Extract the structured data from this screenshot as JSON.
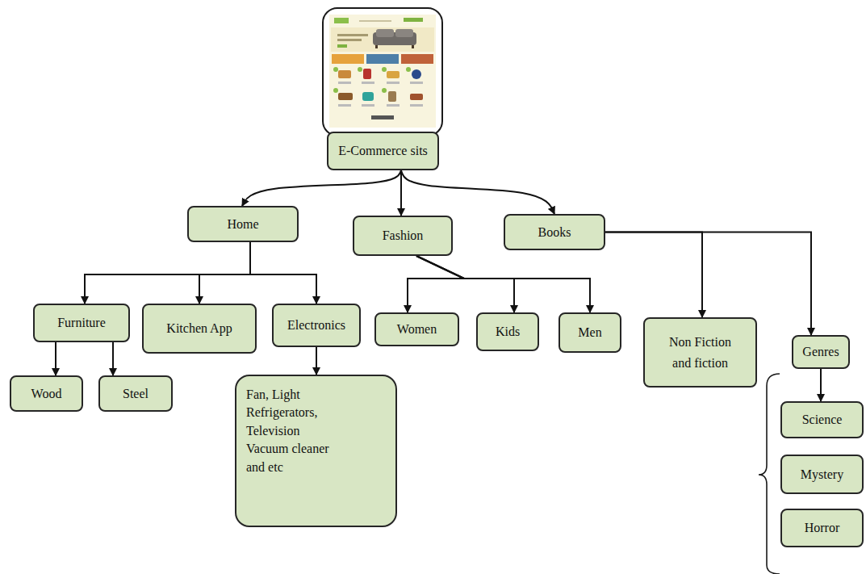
{
  "diagram": {
    "nodes": [
      {
        "text": [
          "E-Commerce sits"
        ]
      },
      {
        "text": [
          "Home"
        ]
      },
      {
        "text": [
          "Fashion"
        ]
      },
      {
        "text": [
          "Books"
        ]
      },
      {
        "text": [
          "Furniture"
        ]
      },
      {
        "text": [
          "Kitchen App"
        ]
      },
      {
        "text": [
          "Electronics"
        ]
      },
      {
        "text": [
          "Wood"
        ]
      },
      {
        "text": [
          "Steel"
        ]
      },
      {
        "text": [
          "Fan, Light Refrigerators, Television Vacuum cleaner and etc"
        ]
      },
      {
        "text": [
          "Women"
        ]
      },
      {
        "text": [
          "Kids"
        ]
      },
      {
        "text": [
          "Men"
        ]
      },
      {
        "text": [
          "Non Fiction and fiction"
        ]
      },
      {
        "text": [
          "Genres"
        ]
      },
      {
        "text": [
          "Science"
        ]
      },
      {
        "text": [
          "Mystery"
        ]
      },
      {
        "text": [
          "Horror"
        ]
      }
    ],
    "edges": [
      {
        "from": 0,
        "to": 1,
        "arrow": "to"
      },
      {
        "from": 0,
        "to": 2,
        "arrow": "to"
      },
      {
        "from": 0,
        "to": 3,
        "arrow": "to"
      },
      {
        "from": 1,
        "to": 4,
        "arrow": "to"
      },
      {
        "from": 1,
        "to": 5,
        "arrow": "to"
      },
      {
        "from": 1,
        "to": 6,
        "arrow": "to"
      },
      {
        "from": 4,
        "to": 7,
        "arrow": "to"
      },
      {
        "from": 4,
        "to": 8,
        "arrow": "to"
      },
      {
        "from": 6,
        "to": 9,
        "arrow": "to"
      },
      {
        "from": 2,
        "to": 10,
        "arrow": "to"
      },
      {
        "from": 2,
        "to": 11,
        "arrow": "to"
      },
      {
        "from": 2,
        "to": 12,
        "arrow": "to"
      },
      {
        "from": 3,
        "to": 13,
        "arrow": "to"
      },
      {
        "from": 3,
        "to": 14,
        "arrow": "to"
      },
      {
        "from": 14,
        "to": 15,
        "arrow": "to"
      }
    ]
  }
}
